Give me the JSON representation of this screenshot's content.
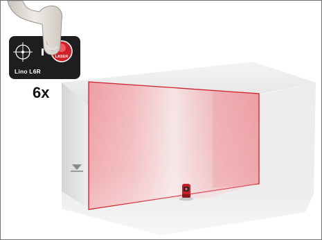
{
  "device": {
    "model_label": "Lino L6R",
    "laser_button_label": "LASER",
    "separator": "I"
  },
  "instruction": {
    "press_count": "6x"
  },
  "colors": {
    "panel": "#1e1e1e",
    "laser_red": "#d0202a",
    "room_grey": "#e6e6e6",
    "frame": "#6f6f6f"
  },
  "icons": [
    "crosshair-icon",
    "laser-button-icon",
    "floor-level-marker-icon",
    "pressing-finger-icon",
    "laser-device-icon"
  ]
}
